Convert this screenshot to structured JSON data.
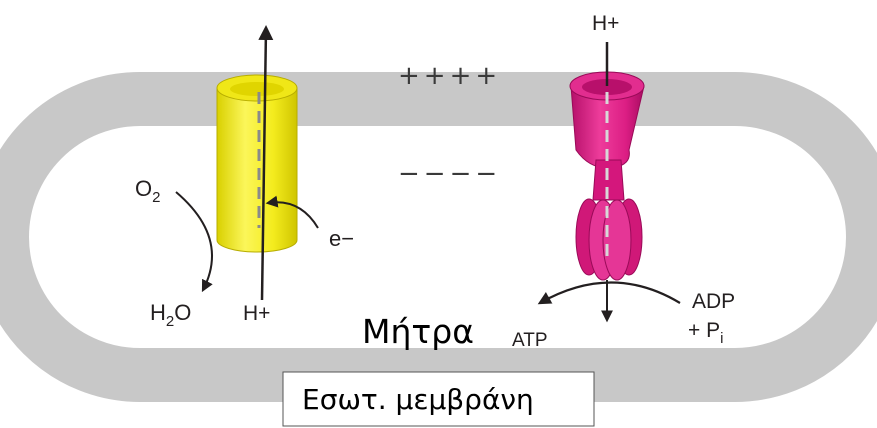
{
  "labels": {
    "o2": "O",
    "o2_sub": "2",
    "h2o_h": "H",
    "h2o_sub": "2",
    "h2o_o": "O",
    "h_plus_bottom": "H+",
    "h_plus_top": "H+",
    "electron": "e−",
    "plus_charges": "++++",
    "minus_charges": "−−−−",
    "adp": "ADP",
    "pi_prefix": "+ P",
    "pi_sub": "i",
    "atp": "ATP",
    "matrix": "Μήτρα",
    "inner_membrane": "Εσωτ. μεμβράνη"
  },
  "colors": {
    "membrane": "#c8c8c8",
    "complex_yellow": "#f6f029",
    "atp_synthase": "#de1f86",
    "arrow": "#231f20"
  }
}
